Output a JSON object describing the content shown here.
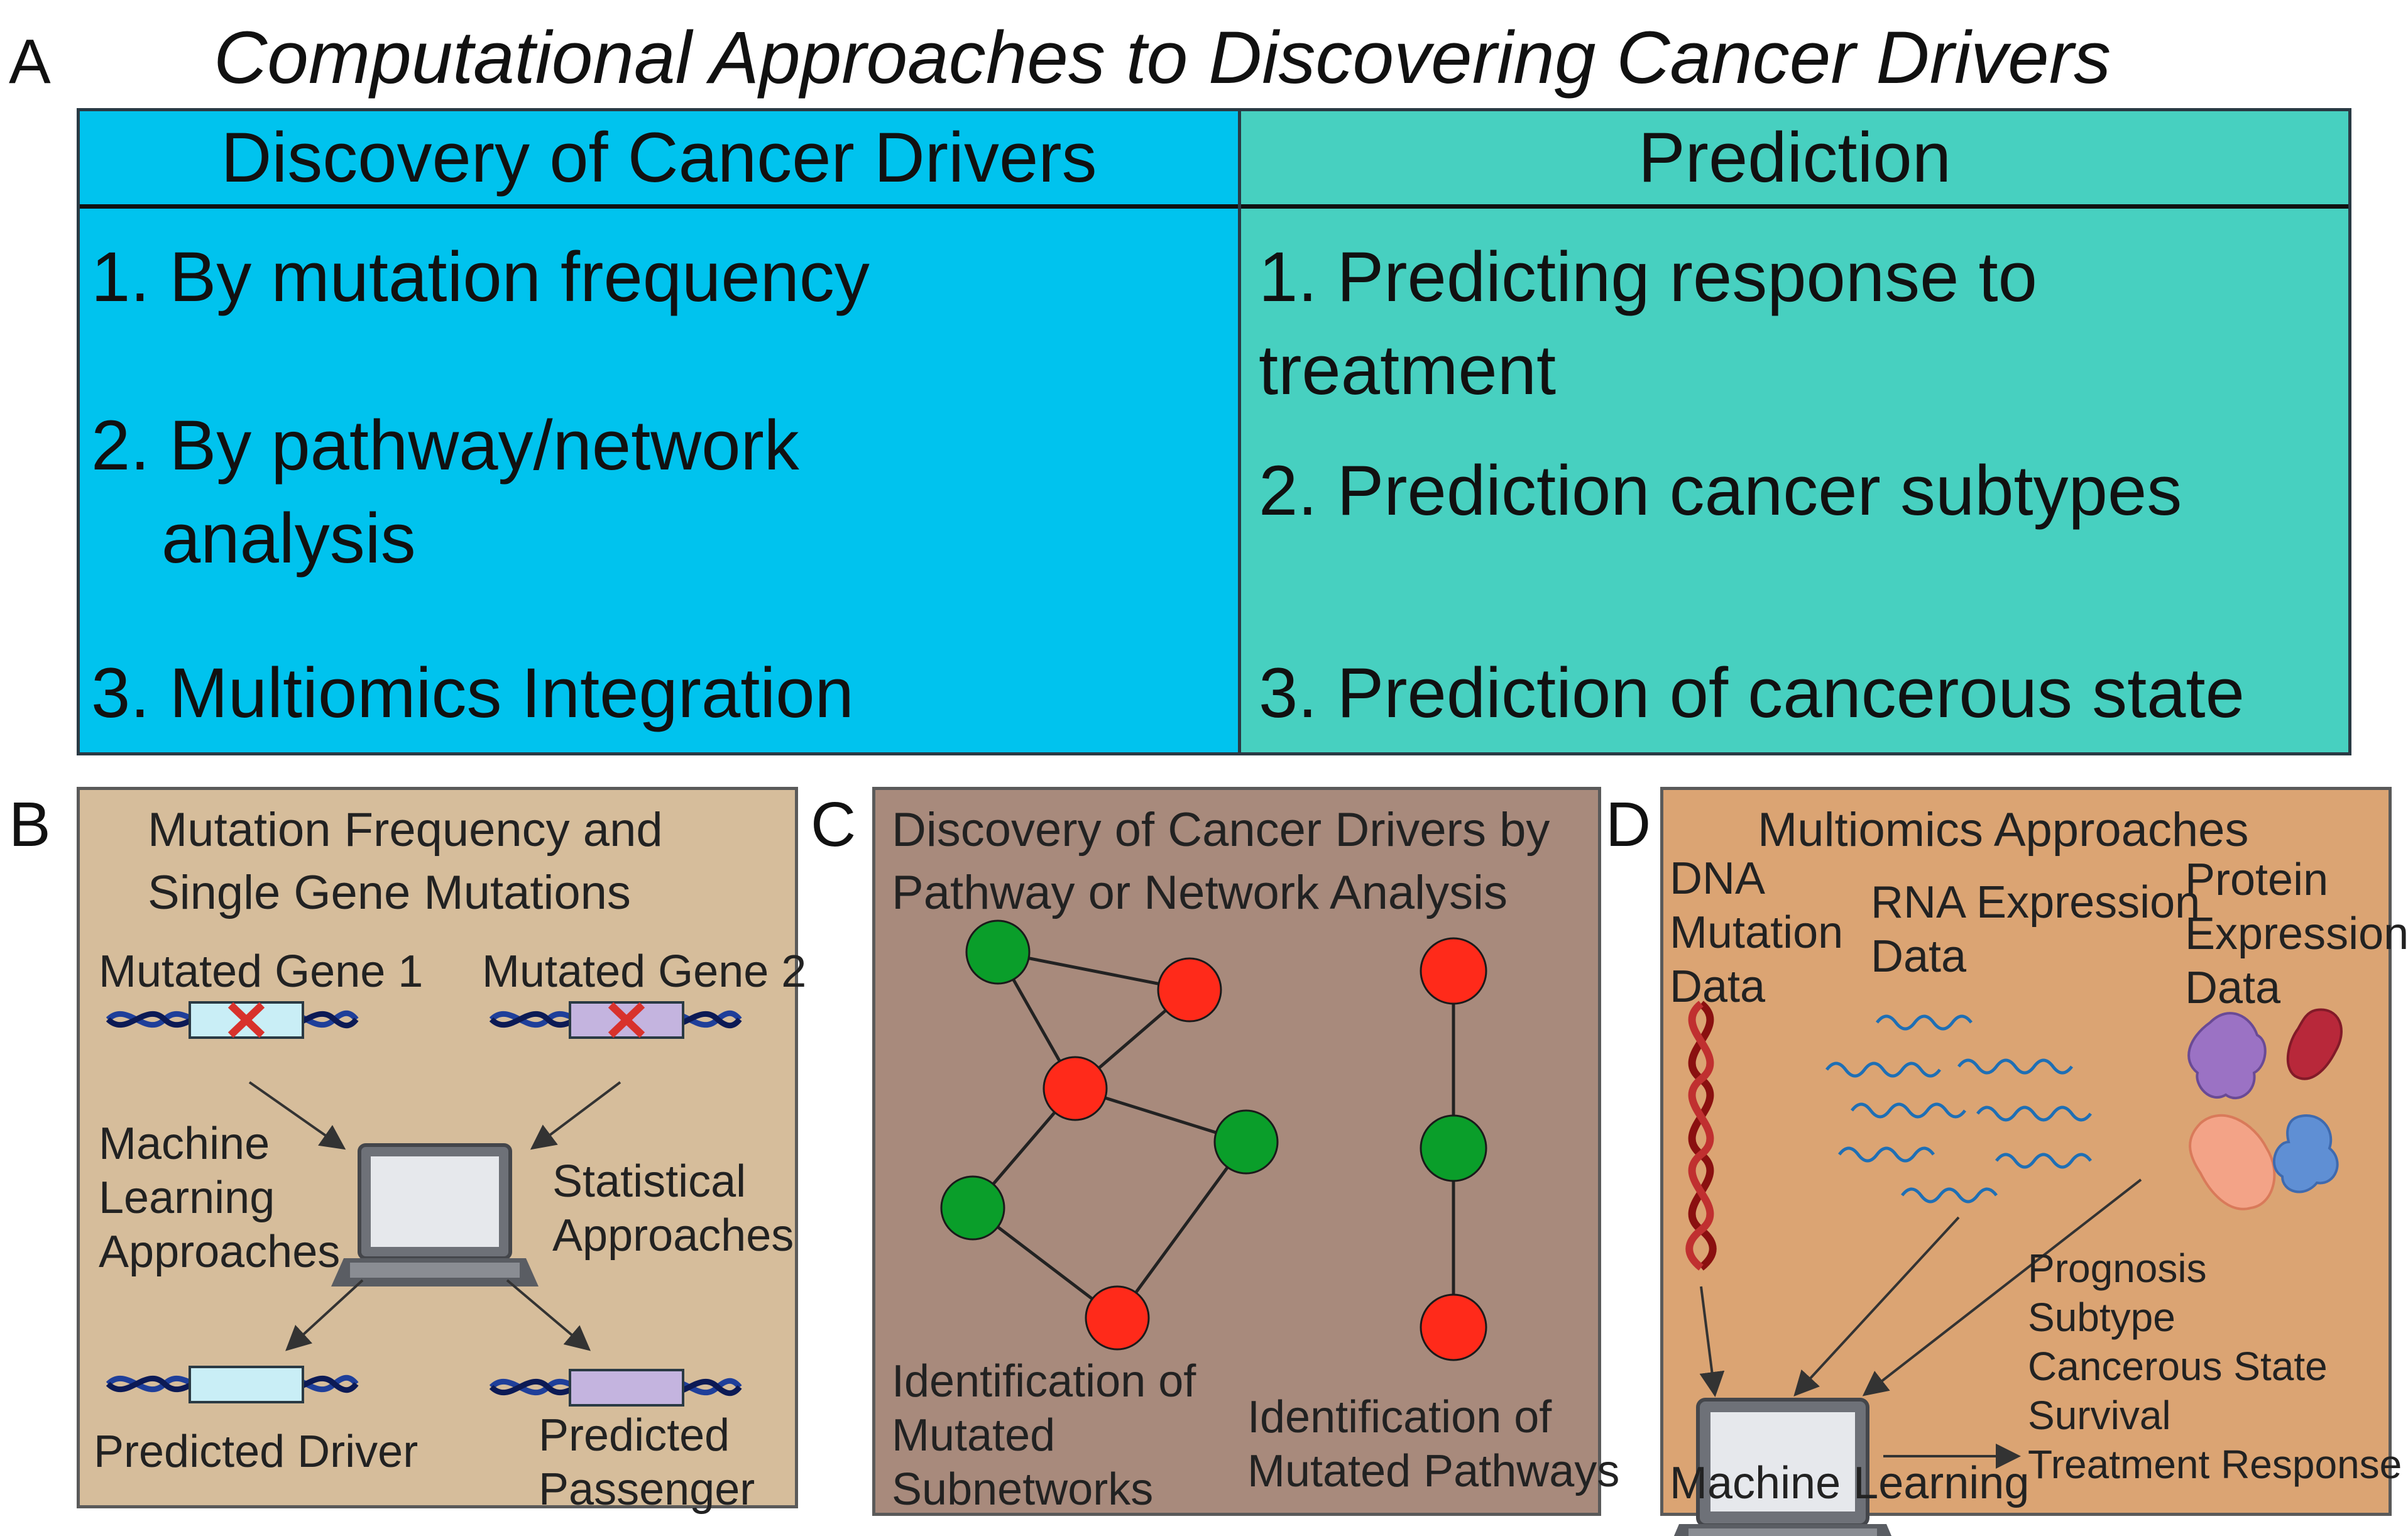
{
  "title": "Computational Approaches to Discovering Cancer Drivers",
  "panel_letters": {
    "a": "A",
    "b": "B",
    "c": "C",
    "d": "D"
  },
  "table": {
    "left": {
      "header": "Discovery of Cancer Drivers",
      "items": [
        "1. By mutation frequency",
        "2. By pathway/network",
        "analysis",
        "3. Multiomics Integration"
      ]
    },
    "right": {
      "header": "Prediction",
      "items": [
        "1. Predicting response to",
        "treatment",
        "2. Prediction cancer subtypes",
        "3. Prediction of cancerous state"
      ]
    }
  },
  "panel_b": {
    "title_lines": [
      "Mutation Frequency and",
      "Single Gene Mutations"
    ],
    "gene1": "Mutated Gene 1",
    "gene2": "Mutated Gene 2",
    "ml_lines": [
      "Machine",
      "Learning",
      "Approaches"
    ],
    "stat_lines": [
      "Statistical",
      "Approaches"
    ],
    "driver": "Predicted Driver",
    "passenger_lines": [
      "Predicted",
      "Passenger"
    ]
  },
  "panel_c": {
    "title_lines": [
      "Discovery of Cancer Drivers by",
      "Pathway or Network Analysis"
    ],
    "subnet_lines": [
      "Identification of",
      "Mutated",
      "Subnetworks"
    ],
    "pathway_lines": [
      "Identification of",
      "Mutated Pathways"
    ]
  },
  "panel_d": {
    "title": "Multiomics Approaches",
    "dna_lines": [
      "DNA",
      "Mutation",
      "Data"
    ],
    "rna_lines": [
      "RNA Expression",
      "Data"
    ],
    "protein_lines": [
      "Protein",
      "Expression",
      "Data"
    ],
    "outputs": [
      "Prognosis",
      "Subtype",
      "Cancerous State",
      "Survival",
      "Treatment Response"
    ],
    "ml": "Machine Learning"
  },
  "colors": {
    "left_column": "#00c3ee",
    "right_column": "#47d0c0",
    "panel_b_bg": "#d6bd9b",
    "panel_c_bg": "#a88a7c",
    "panel_d_bg": "#dba473",
    "node_red": "#ff2a1a",
    "node_green": "#0a9e2a",
    "dna_blue": "#1f3f9a"
  }
}
